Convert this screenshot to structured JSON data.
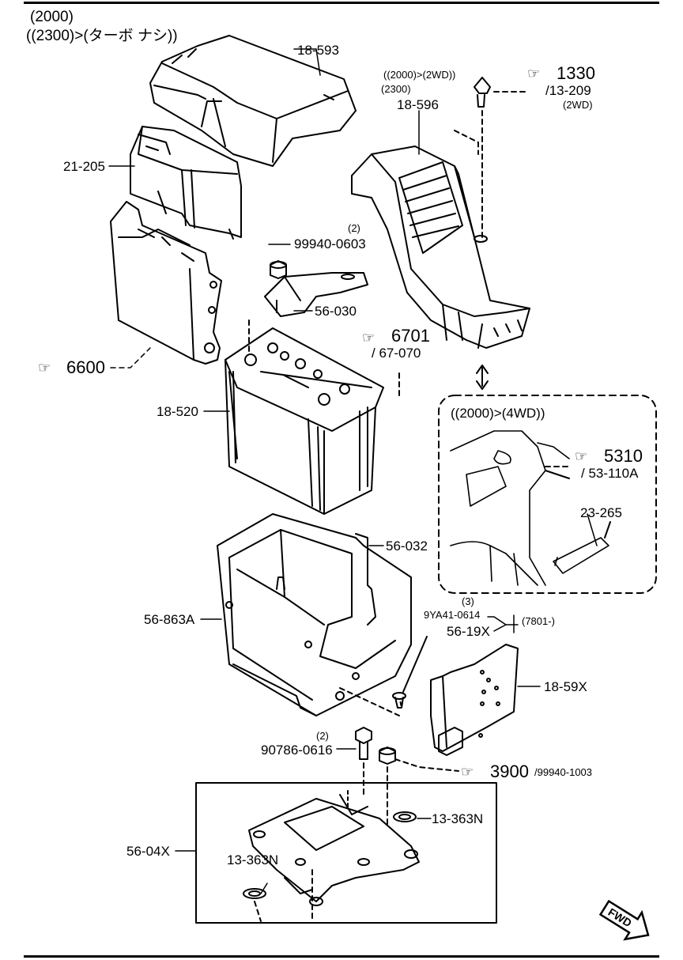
{
  "header": {
    "line1": "(2000)",
    "line2": "((2300)>(ターボ ナシ))"
  },
  "parts": {
    "p18593": "18-593",
    "p21205": "21-205",
    "p18596": "18-596",
    "p18596_note1": "((2000)>(2WD))",
    "p18596_note2": "(2300)",
    "p99940_0603_qty": "(2)",
    "p99940_0603": "99940-0603",
    "p56030": "56-030",
    "p18520": "18-520",
    "p56032": "56-032",
    "p56863A": "56-863A",
    "p9YA41_qty": "(3)",
    "p9YA41": "9YA41-0614",
    "p5619X": "56-19X",
    "p7801": "(7801-)",
    "p1859X": "18-59X",
    "p90786_qty": "(2)",
    "p90786": "90786-0616",
    "p1336N_a": "13-363N",
    "p1336N_b": "13-363N",
    "p5604X": "56-04X",
    "p23265": "23-265"
  },
  "refs": {
    "r1330": "1330",
    "r1330_sub": "/13-209",
    "r1330_note": "(2WD)",
    "r6701": "6701",
    "r6701_sub": "/ 67-070",
    "r6600": "6600",
    "r5310": "5310",
    "r5310_sub": "/ 53-110A",
    "r3900": "3900",
    "r3900_sub": "/99940-1003"
  },
  "inset": {
    "title": "((2000)>(4WD))"
  },
  "fwd": "FWD",
  "icons": {
    "pointing": "pointing-hand-icon"
  }
}
